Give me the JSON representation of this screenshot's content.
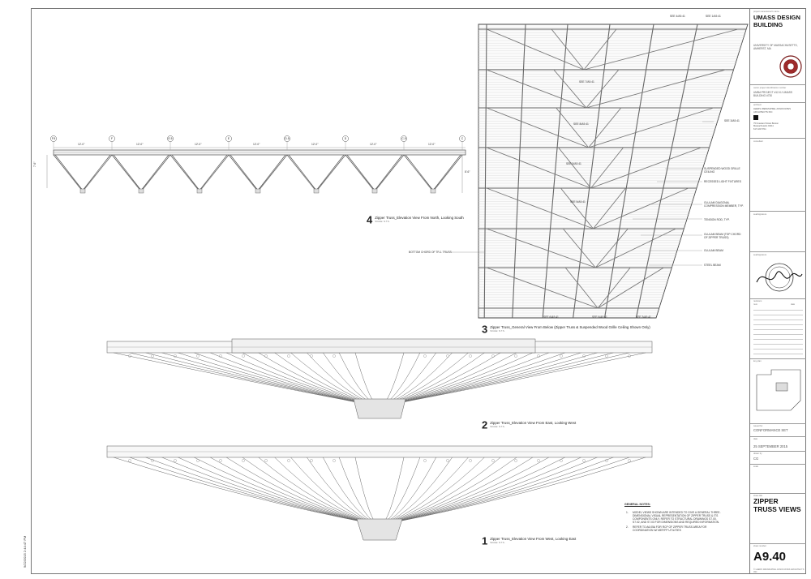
{
  "sheet": {
    "side_stamp": "9/22/2015 2:44:47 PM",
    "title_block": {
      "project_label": "project name/owner's name",
      "project_title": "UMASS DESIGN BUILDING",
      "client": "UNIVERSITY OF MASSACHUSETTS, AMHERST, MA",
      "id_label": "owner project identification number",
      "project_id": "UMBA PROJECT #12-KJ UMASS BUILDING #730",
      "architect_label": "architect",
      "architect_name": "LEERS WEINZAPFEL ASSOCIATES ARCHITECTS INC",
      "architect_address": "75 Kneeland Street Boston Massachusetts 02111 617.423.5711",
      "consultant_label": "consultant",
      "seal_label": "seal/signature",
      "seal2_label": "seal/signature",
      "revisions_label": "revisions",
      "rev_col_num": "num",
      "rev_col_date": "date",
      "key_plan_label": "key plan",
      "issued_for_label": "issued for",
      "issued_for": "CONFORMANCE SET",
      "date_label": "date",
      "date": "25 SEPTEMBER 2015",
      "drawn_by_label": "drawn by",
      "drawn_by": "CG",
      "scale_label": "scale",
      "sheet_title_label": "sheet title",
      "sheet_title": "ZIPPER TRUSS VIEWS",
      "sheet_number_label": "sheet number",
      "sheet_number": "A9.40",
      "copyright": "© LEERS WEINZAPFEL ASSOCIATES ARCHITECTS INC"
    },
    "views": {
      "v4": {
        "num": "4",
        "title": "Zipper Truss_Elevation View From North, Looking South",
        "scale": "SCALE: N.T.S."
      },
      "v3": {
        "num": "3",
        "title": "Zipper Truss_General View From Below (Zipper Truss & Suspended Wood Grille Ceiling Shown Only)",
        "scale": "SCALE: N.T.S."
      },
      "v2": {
        "num": "2",
        "title": "Zipper Truss_Elevation View From East, Looking West",
        "scale": "SCALE: N.T.S."
      },
      "v1": {
        "num": "1",
        "title": "Zipper Truss_Elevation View From West, Looking East",
        "scale": "SCALE: N.T.S."
      }
    },
    "grid_labels": [
      "F.5",
      "F",
      "E.5",
      "E",
      "D.5",
      "D",
      "C.5",
      "C"
    ],
    "spacing_label": "12'-0\"",
    "height_left": "7'-6\"",
    "height_right": "8'-6\"",
    "callouts": {
      "see_top_1": "SEE 4/A9.41",
      "see_top_2": "SEE 1/A9.41",
      "see_mid_1": "SEE 7/A9.41",
      "see_mid_2": "SEE 8/A9.41",
      "see_mid_3": "SEE 5/A9.41",
      "see_mid_4": "SEE 5/A9.41",
      "see_right": "SEE 3/A9.41",
      "see_bot_1": "SEE 6/A9.41",
      "see_bot_2": "SEE 6/A9.41",
      "see_bot_3": "SEE 3/A9.41",
      "suspended": "SUSPENDED WOOD GRILLE CEILING",
      "recessed": "RECESSED LIGHT FIXTURES",
      "glulam_comp": "GLULAM DIAGONAL COMPRESSION MEMBER, TYP.",
      "tension": "TENSION ROD, TYP.",
      "glulam_beam_top": "GLULAM BEAM (TOP CHORD OF ZIPPER TRUSS)",
      "glulam_beam": "GLULAM BEAM",
      "steel_beam": "STEEL BEAM",
      "bottom_chord": "BOTTOM CHORD OF TR-1 TRUSS"
    },
    "general_notes": {
      "title": "GENERAL NOTES:",
      "n1_num": "1.",
      "n1_l1": "MODEL VIEWS SHOWN ARE INTENDED TO GIVE A GENERAL THREE-",
      "n1_l2": "DIMENSIONAL VISUAL REPRESENTATION OF ZIPPER TRUSS & ITS",
      "n1_l3": "COMPONENTS ONLY. REFER TO STRUCTURAL DRAWINGS S7.00,",
      "n1_l4": "S7.02, AND S7.03 FOR DIMENSIONS AND REQUIRED INFORMATION.",
      "n2_num": "2.",
      "n2_l1": "REFER TO A6.05A FOR RCP OF ZIPPER TRUSS AREA FOR",
      "n2_l2": "COORDINATION W/ MEP/FP UTILITIES"
    }
  }
}
